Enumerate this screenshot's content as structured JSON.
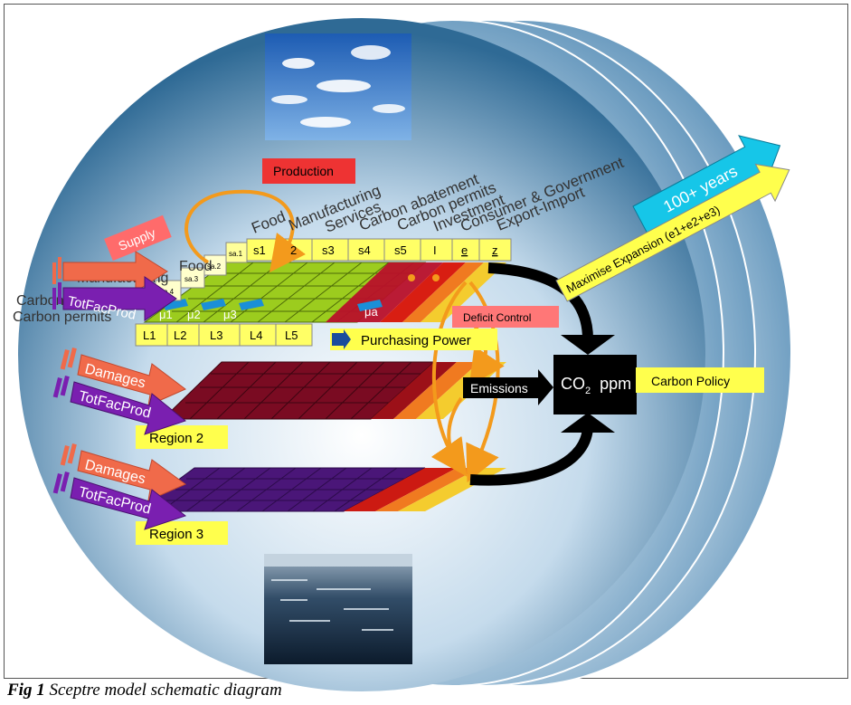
{
  "caption": {
    "label": "Fig 1",
    "text": "Sceptre model schematic diagram"
  },
  "banners": {
    "production": "Production",
    "supply": "Supply",
    "deficit": "Deficit Control",
    "purchasing": "Purchasing Power",
    "carbon_policy": "Carbon Policy",
    "region2": "Region 2",
    "region3": "Region 3",
    "emissions": "Emissions",
    "co2_prefix": "CO",
    "co2_sub": "2",
    "co2_suffix": "ppm"
  },
  "sectors_top": [
    "Food",
    "Manufacturing",
    "Services",
    "Carbon abatement",
    "Carbon permits",
    "Investment",
    "Consumer & Government",
    "Export-Import"
  ],
  "sectors_left": [
    "Food",
    "Manufacturing",
    "Carbon abatement",
    "Carbon permits"
  ],
  "supply_cells": [
    "s1",
    "2",
    "s3",
    "s4",
    "s5",
    "I",
    "e",
    "z"
  ],
  "sa_cells": [
    "sa.1",
    "sa.2",
    "sa.3",
    "sa.4"
  ],
  "labor_cells": [
    "L1",
    "L2",
    "L3",
    "L4",
    "L5"
  ],
  "mu_labels": [
    "μ1",
    "μ2",
    "μ3",
    "μa"
  ],
  "inputs": {
    "damages": "Damages",
    "tfp": "TotFacProd",
    "tfp_partial": "TotFacProd",
    "damages_partial": "Damages"
  },
  "arrows": {
    "years": "100+ years",
    "expansion": "Maximise Expansion (e1+e2+e3)"
  },
  "colors": {
    "region1": "#9ccc1e",
    "region2": "#7a0b22",
    "region3": "#4a1678",
    "banner_yellow": "#ffff4d",
    "banner_red": "#ff5252",
    "sky": "#1e5fb0"
  }
}
